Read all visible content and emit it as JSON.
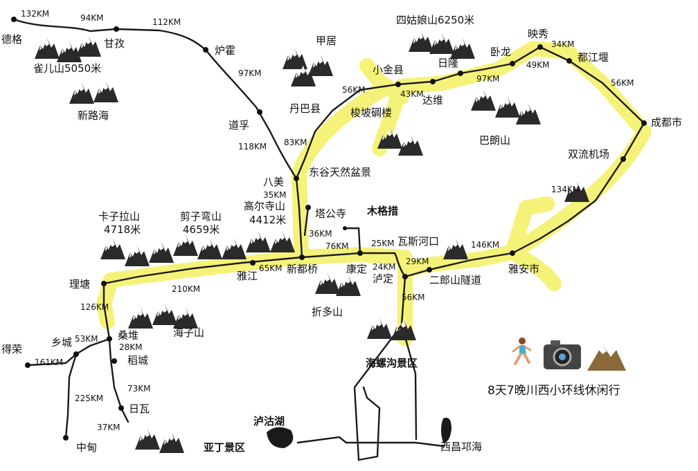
{
  "title": "8天7晚川西小环线休闲行",
  "colors": {
    "route_highlight": "#f5f36a",
    "road": "#1a1a1a",
    "mountain": "#222222",
    "text": "#111111"
  },
  "icons": [
    "running-woman-icon",
    "camera-icon",
    "mountain-icon"
  ],
  "places": {
    "dege": "德格",
    "ganzi": "甘孜",
    "luhuo": "炉霍",
    "daofu": "道孚",
    "bamei": "八美",
    "queershan": "雀儿山5050米",
    "xinluhai": "新路海",
    "jiaju": "甲居",
    "danba": "丹巴县",
    "siguniang": "四姑娘山6250米",
    "xiaojin": "小金县",
    "rilong": "日隆",
    "wolong": "卧龙",
    "yingxiu": "映秀",
    "dujiangyan": "都江堰",
    "chengdu": "成都市",
    "dawei": "达维",
    "suopodiaolou": "梭坡碉楼",
    "balangshan": "巴朗山",
    "donggu": "东谷天然盆景",
    "shuangliu": "双流机场",
    "tagongsi": "塔公寺",
    "mugecuo": "木格措",
    "gaoersishan": "高尔寺山",
    "gaoersishan_alt": "4412米",
    "jianziwan": "剪子弯山",
    "jianziwan_alt": "4659米",
    "kazila": "卡子拉山",
    "kazila_alt": "4718米",
    "litang": "理塘",
    "yajiang": "雅江",
    "xinduqiao": "新都桥",
    "kangding": "康定",
    "wasigoukou": "瓦斯河口",
    "luding": "泸定",
    "erlangshan": "二郎山隧道",
    "yaan": "雅安市",
    "zheduoshan": "折多山",
    "hailuogou": "海螺沟景区",
    "haizishan": "海子山",
    "sangdui": "桑堆",
    "daocheng": "稻城",
    "xiangcheng": "乡城",
    "derong": "得荣",
    "riwa": "日瓦",
    "zhongdian": "中甸",
    "yading": "亚丁景区",
    "luguhu": "泸沽湖",
    "qionghai": "西昌邛海"
  },
  "distances": {
    "d132": "132KM",
    "d94": "94KM",
    "d112": "112KM",
    "d97a": "97KM",
    "d118": "118KM",
    "d83": "83KM",
    "d35": "35KM",
    "d56a": "56KM",
    "d43": "43KM",
    "d97b": "97KM",
    "d49": "49KM",
    "d34": "34KM",
    "d56b": "56KM",
    "d134": "134KM",
    "d36": "36KM",
    "d76": "76KM",
    "d25": "25KM",
    "d24": "24KM",
    "d29": "29KM",
    "d146": "146KM",
    "d65": "65KM",
    "d210": "210KM",
    "d126": "126KM",
    "d53": "53KM",
    "d28": "28KM",
    "d161": "161KM",
    "d225": "225KM",
    "d73": "73KM",
    "d37": "37KM",
    "d56c": "56KM"
  }
}
